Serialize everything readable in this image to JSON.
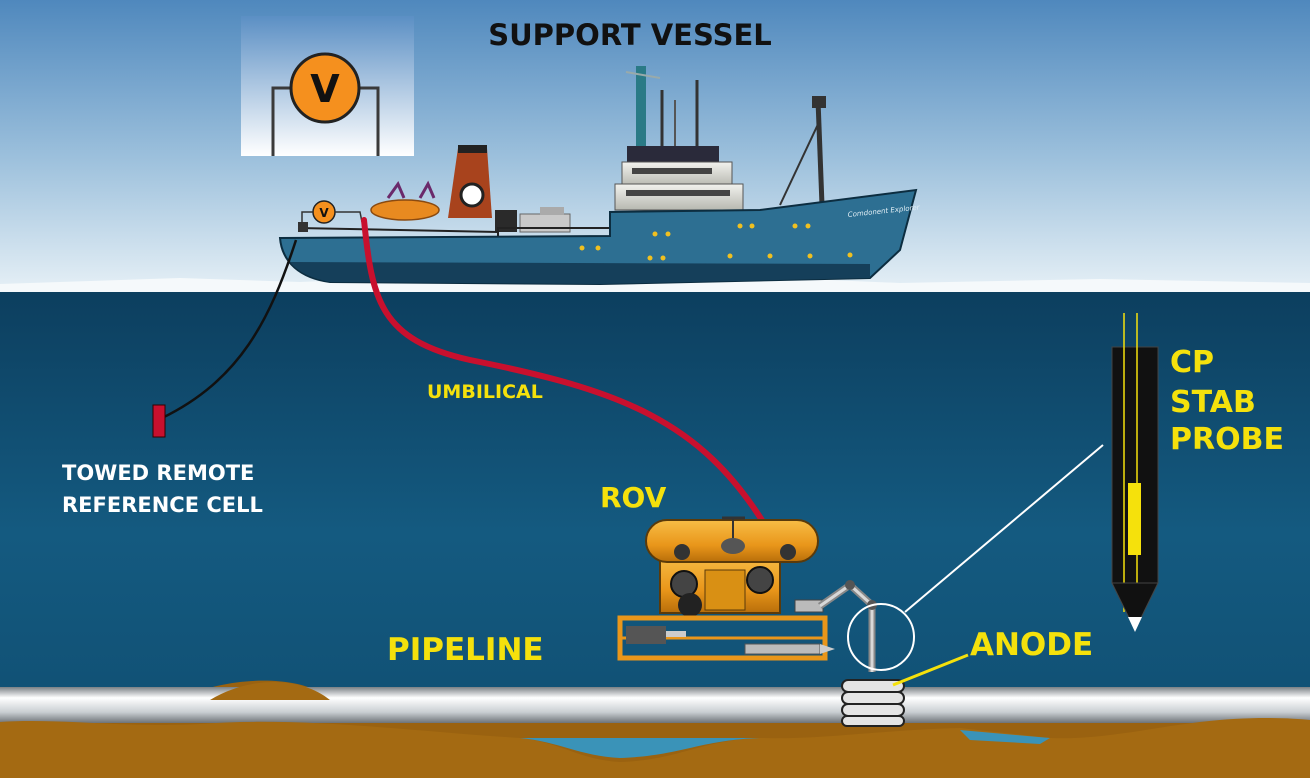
{
  "labels": {
    "support_vessel": "SUPPORT VESSEL",
    "umbilical": "UMBILICAL",
    "towed_line1": "TOWED REMOTE",
    "towed_line2": "REFERENCE CELL",
    "rov": "ROV",
    "pipeline": "PIPELINE",
    "anode": "ANODE",
    "probe_line1": "CP",
    "probe_line2": "STAB",
    "probe_line3": "PROBE",
    "voltmeter_symbol": "V",
    "voltmeter_small_symbol": "V",
    "ship_name": "Comdonent Explorer"
  },
  "colors": {
    "label_yellow": "#f5e10c",
    "label_white": "#ffffff",
    "label_black": "#111111",
    "umbilical_red": "#c8102e",
    "rov_orange": "#f0a020",
    "meter_orange": "#f5901e",
    "hull_blue": "#2d6f92",
    "seabed_brown": "#a46a12"
  }
}
